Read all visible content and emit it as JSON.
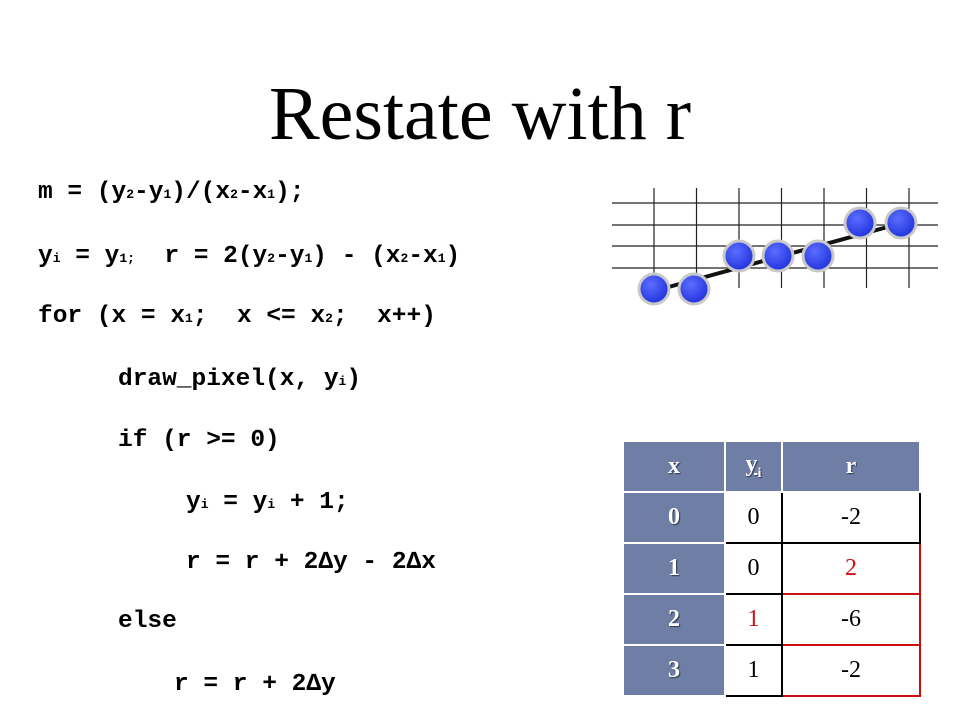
{
  "slide": {
    "title": "Restate with r"
  },
  "code": {
    "lines": [
      {
        "parts": [
          {
            "t": "m = (y"
          },
          {
            "sub": "2"
          },
          {
            "t": "-y"
          },
          {
            "sub": "1"
          },
          {
            "t": ")/(x"
          },
          {
            "sub": "2"
          },
          {
            "t": "-x"
          },
          {
            "sub": "1"
          },
          {
            "t": ");"
          }
        ]
      },
      {
        "parts": [
          {
            "t": "y"
          },
          {
            "sub": "i"
          },
          {
            "t": " = y"
          },
          {
            "sub": "1;"
          },
          {
            "t": "  r = 2(y"
          },
          {
            "sub": "2"
          },
          {
            "t": "-y"
          },
          {
            "sub": "1"
          },
          {
            "t": ") - (x"
          },
          {
            "sub": "2"
          },
          {
            "t": "-x"
          },
          {
            "sub": "1"
          },
          {
            "t": ")"
          }
        ]
      },
      {
        "parts": [
          {
            "t": "for (x = x"
          },
          {
            "sub": "1"
          },
          {
            "t": ";  x <= x"
          },
          {
            "sub": "2"
          },
          {
            "t": ";  x++)"
          }
        ]
      },
      {
        "parts": [
          {
            "t": "draw_pixel(x, y"
          },
          {
            "sub": "i"
          },
          {
            "t": ")"
          }
        ]
      },
      {
        "parts": [
          {
            "t": "if (r >= 0)"
          }
        ]
      },
      {
        "parts": [
          {
            "t": "y"
          },
          {
            "sub": "i"
          },
          {
            "t": " = y"
          },
          {
            "sub": "i"
          },
          {
            "t": " + 1;"
          }
        ]
      },
      {
        "parts": [
          {
            "t": "r = r + 2∆y - 2∆x"
          }
        ]
      },
      {
        "parts": [
          {
            "t": "else"
          }
        ]
      },
      {
        "parts": [
          {
            "t": "r = r + 2∆y"
          }
        ]
      }
    ]
  },
  "figure": {
    "pixel_color": "#2233dd",
    "pixels": [
      [
        0,
        0
      ],
      [
        1,
        0
      ],
      [
        2,
        1
      ],
      [
        3,
        1
      ],
      [
        4,
        1
      ],
      [
        5,
        2
      ],
      [
        6,
        2
      ]
    ]
  },
  "table": {
    "headers": {
      "x": "x",
      "yi_main": "y",
      "yi_sub": "i",
      "r": "r"
    },
    "rows": [
      {
        "x": "0",
        "yi": "0",
        "r": "-2"
      },
      {
        "x": "1",
        "yi": "0",
        "r": "2"
      },
      {
        "x": "2",
        "yi": "1",
        "r": "-6"
      },
      {
        "x": "3",
        "yi": "1",
        "r": "-2"
      }
    ],
    "highlight_color": "#cc1111"
  }
}
